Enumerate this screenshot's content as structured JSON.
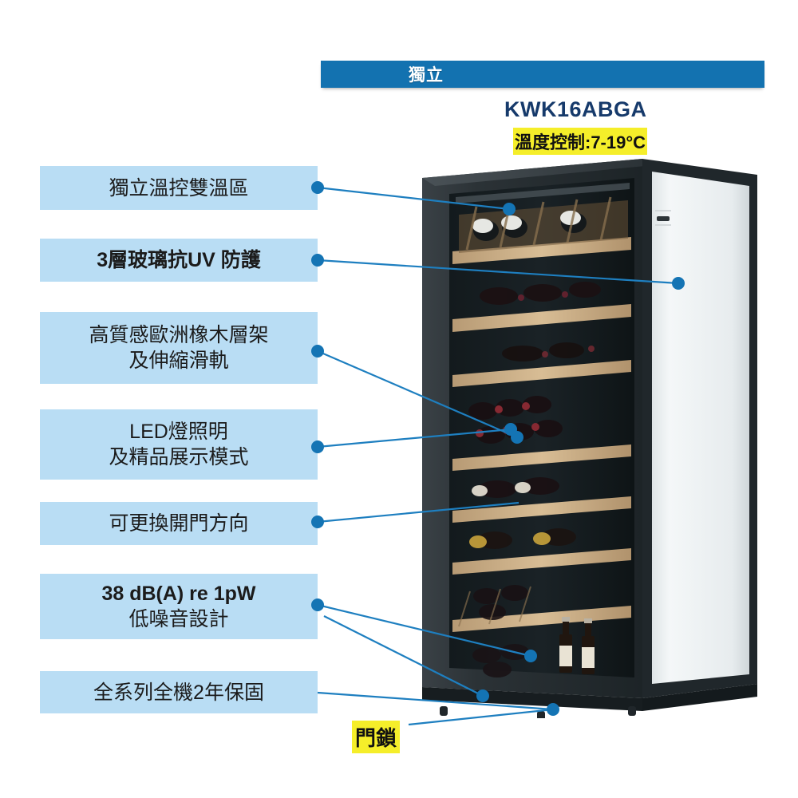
{
  "header": {
    "badge_label": "獨立",
    "badge_color": "#1372b0"
  },
  "product": {
    "model": "KWK16ABGA",
    "temperature_control": "溫度控制:7-19°C",
    "highlight_color": "#f5ee2a",
    "model_color": "#163a6b",
    "lock_caption": "門鎖",
    "body_color": "#232a2e",
    "shelf_color": "#c9ab82",
    "door_glass_color": "#eef1f2"
  },
  "features": [
    {
      "id": "dual-zone",
      "lines": [
        "獨立溫控雙溫區"
      ]
    },
    {
      "id": "uv-glass",
      "lines": [
        "3層玻璃抗UV 防護"
      ]
    },
    {
      "id": "oak-shelves",
      "lines": [
        "高質感歐洲橡木層架",
        "及伸縮滑軌"
      ]
    },
    {
      "id": "led-light",
      "lines": [
        "LED燈照明",
        "及精品展示模式"
      ]
    },
    {
      "id": "door-swap",
      "lines": [
        "可更換開門方向"
      ]
    },
    {
      "id": "low-noise",
      "lines": [
        "38 dB(A) re 1pW",
        "低噪音設計"
      ]
    },
    {
      "id": "warranty",
      "lines": [
        "全系列全機2年保固"
      ]
    }
  ],
  "callout": {
    "dot_color": "#1474b4",
    "line_color": "#1e7fc0"
  }
}
